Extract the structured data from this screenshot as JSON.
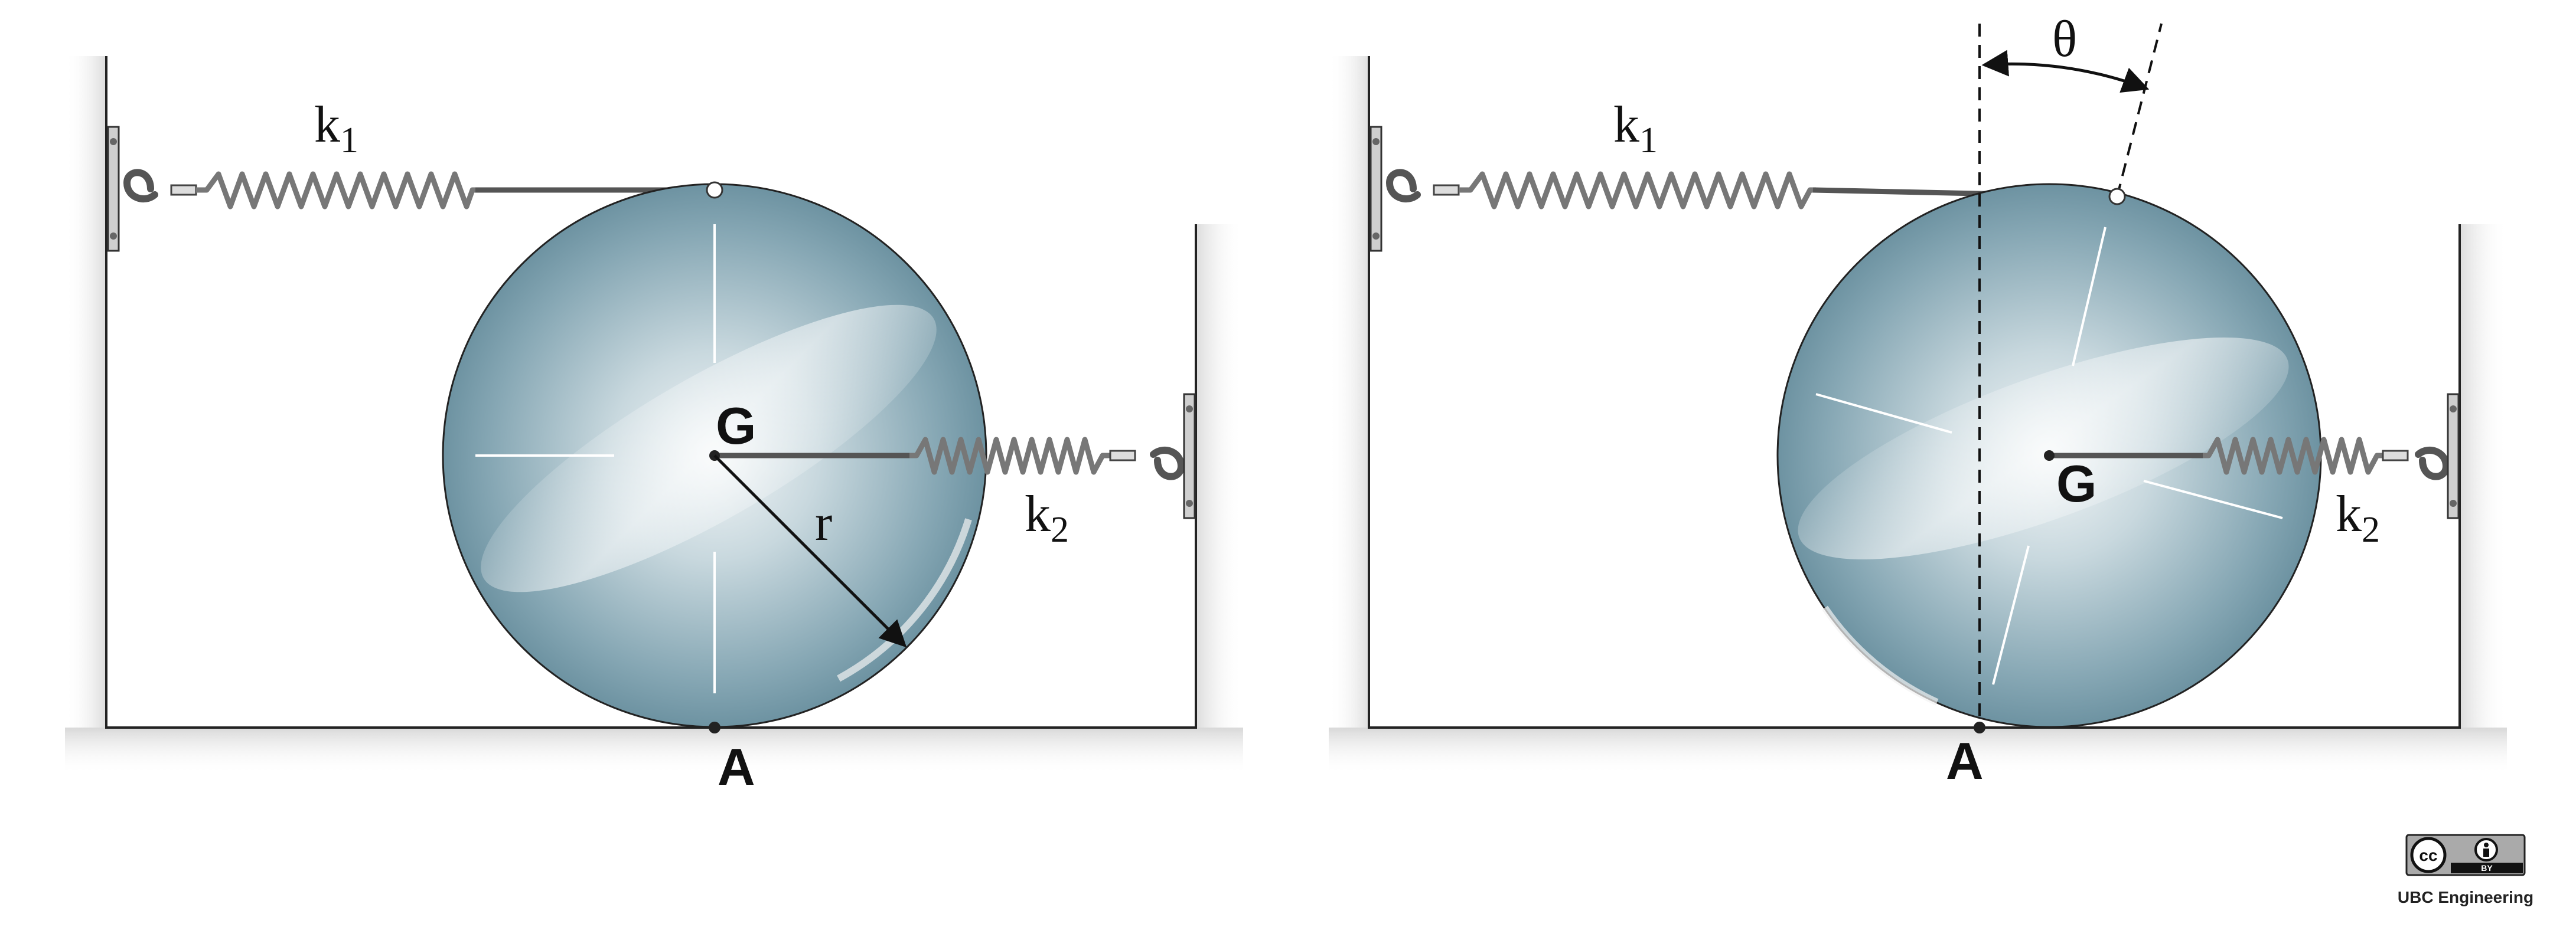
{
  "left_panel": {
    "spring1_label": "k",
    "spring1_sub": "1",
    "spring2_label": "k",
    "spring2_sub": "2",
    "center_label": "G",
    "contact_label": "A",
    "radius_label": "r"
  },
  "right_panel": {
    "spring1_label": "k",
    "spring1_sub": "1",
    "spring2_label": "k",
    "spring2_sub": "2",
    "center_label": "G",
    "contact_label": "A",
    "angle_label": "θ"
  },
  "badge": {
    "cc_symbol": "cc",
    "by_text": "BY",
    "caption": "UBC Engineering"
  },
  "colors": {
    "disk_dark": "#5f8797",
    "disk_light": "#eef3f5",
    "spring": "#6e6e6e",
    "outline": "#222222"
  }
}
